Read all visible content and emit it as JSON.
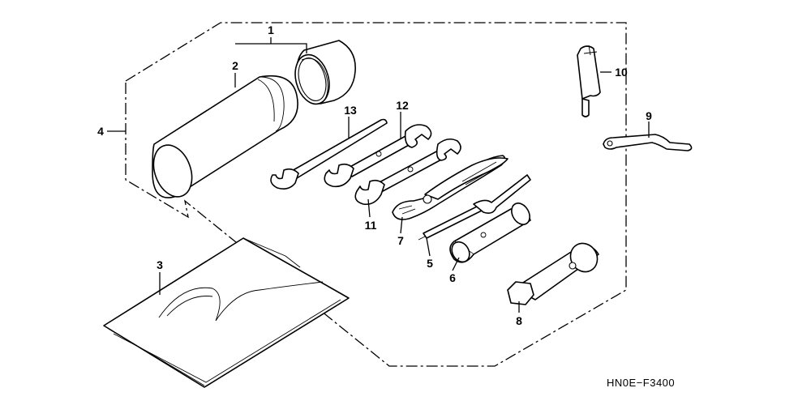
{
  "diagram": {
    "drawing_code": "HN0E−F3400",
    "labels": {
      "p1": "1",
      "p2": "2",
      "p3": "3",
      "p4": "4",
      "p5": "5",
      "p6": "6",
      "p7": "7",
      "p8": "8",
      "p9": "9",
      "p10": "10",
      "p11": "11",
      "p12": "12",
      "p13": "13"
    }
  }
}
